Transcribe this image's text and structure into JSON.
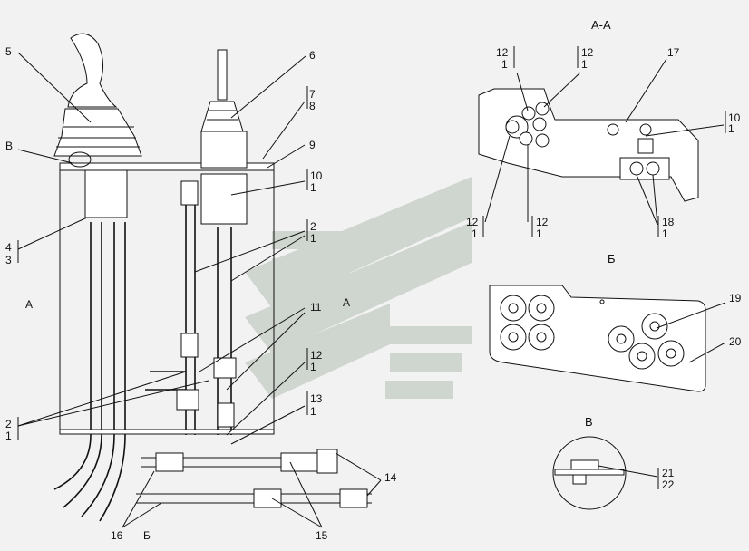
{
  "views": {
    "section_aa": "А-А",
    "view_b": "Б",
    "view_v": "В",
    "section_mark_left": "А",
    "section_mark_right": "А",
    "arrow_b": "Б",
    "callout_v": "В"
  },
  "callouts": {
    "c5": "5",
    "c6": "6",
    "c7": "7",
    "c8": "8",
    "c9": "9",
    "c10_top": "10",
    "c10_bot": "1",
    "c4": "4",
    "c3": "3",
    "c2a_top": "2",
    "c2a_bot": "1",
    "c11": "11",
    "c12_top": "12",
    "c12_bot": "1",
    "c13_top": "13",
    "c13_bot": "1",
    "c2b_top": "2",
    "c2b_bot": "1",
    "c14": "14",
    "c15": "15",
    "c16": "16",
    "aa_12a_top": "12",
    "aa_12a_bot": "1",
    "aa_12b_top": "12",
    "aa_12b_bot": "1",
    "aa_17": "17",
    "aa_10_top": "10",
    "aa_10_bot": "1",
    "aa_12c_top": "12",
    "aa_12c_bot": "1",
    "aa_12d_top": "12",
    "aa_12d_bot": "1",
    "aa_18_top": "18",
    "aa_18_bot": "1",
    "b_19": "19",
    "b_20": "20",
    "v_21": "21",
    "v_22": "22"
  },
  "colors": {
    "line": "#111111",
    "background": "#f2f2f2",
    "watermark": "#c9d0c9"
  }
}
